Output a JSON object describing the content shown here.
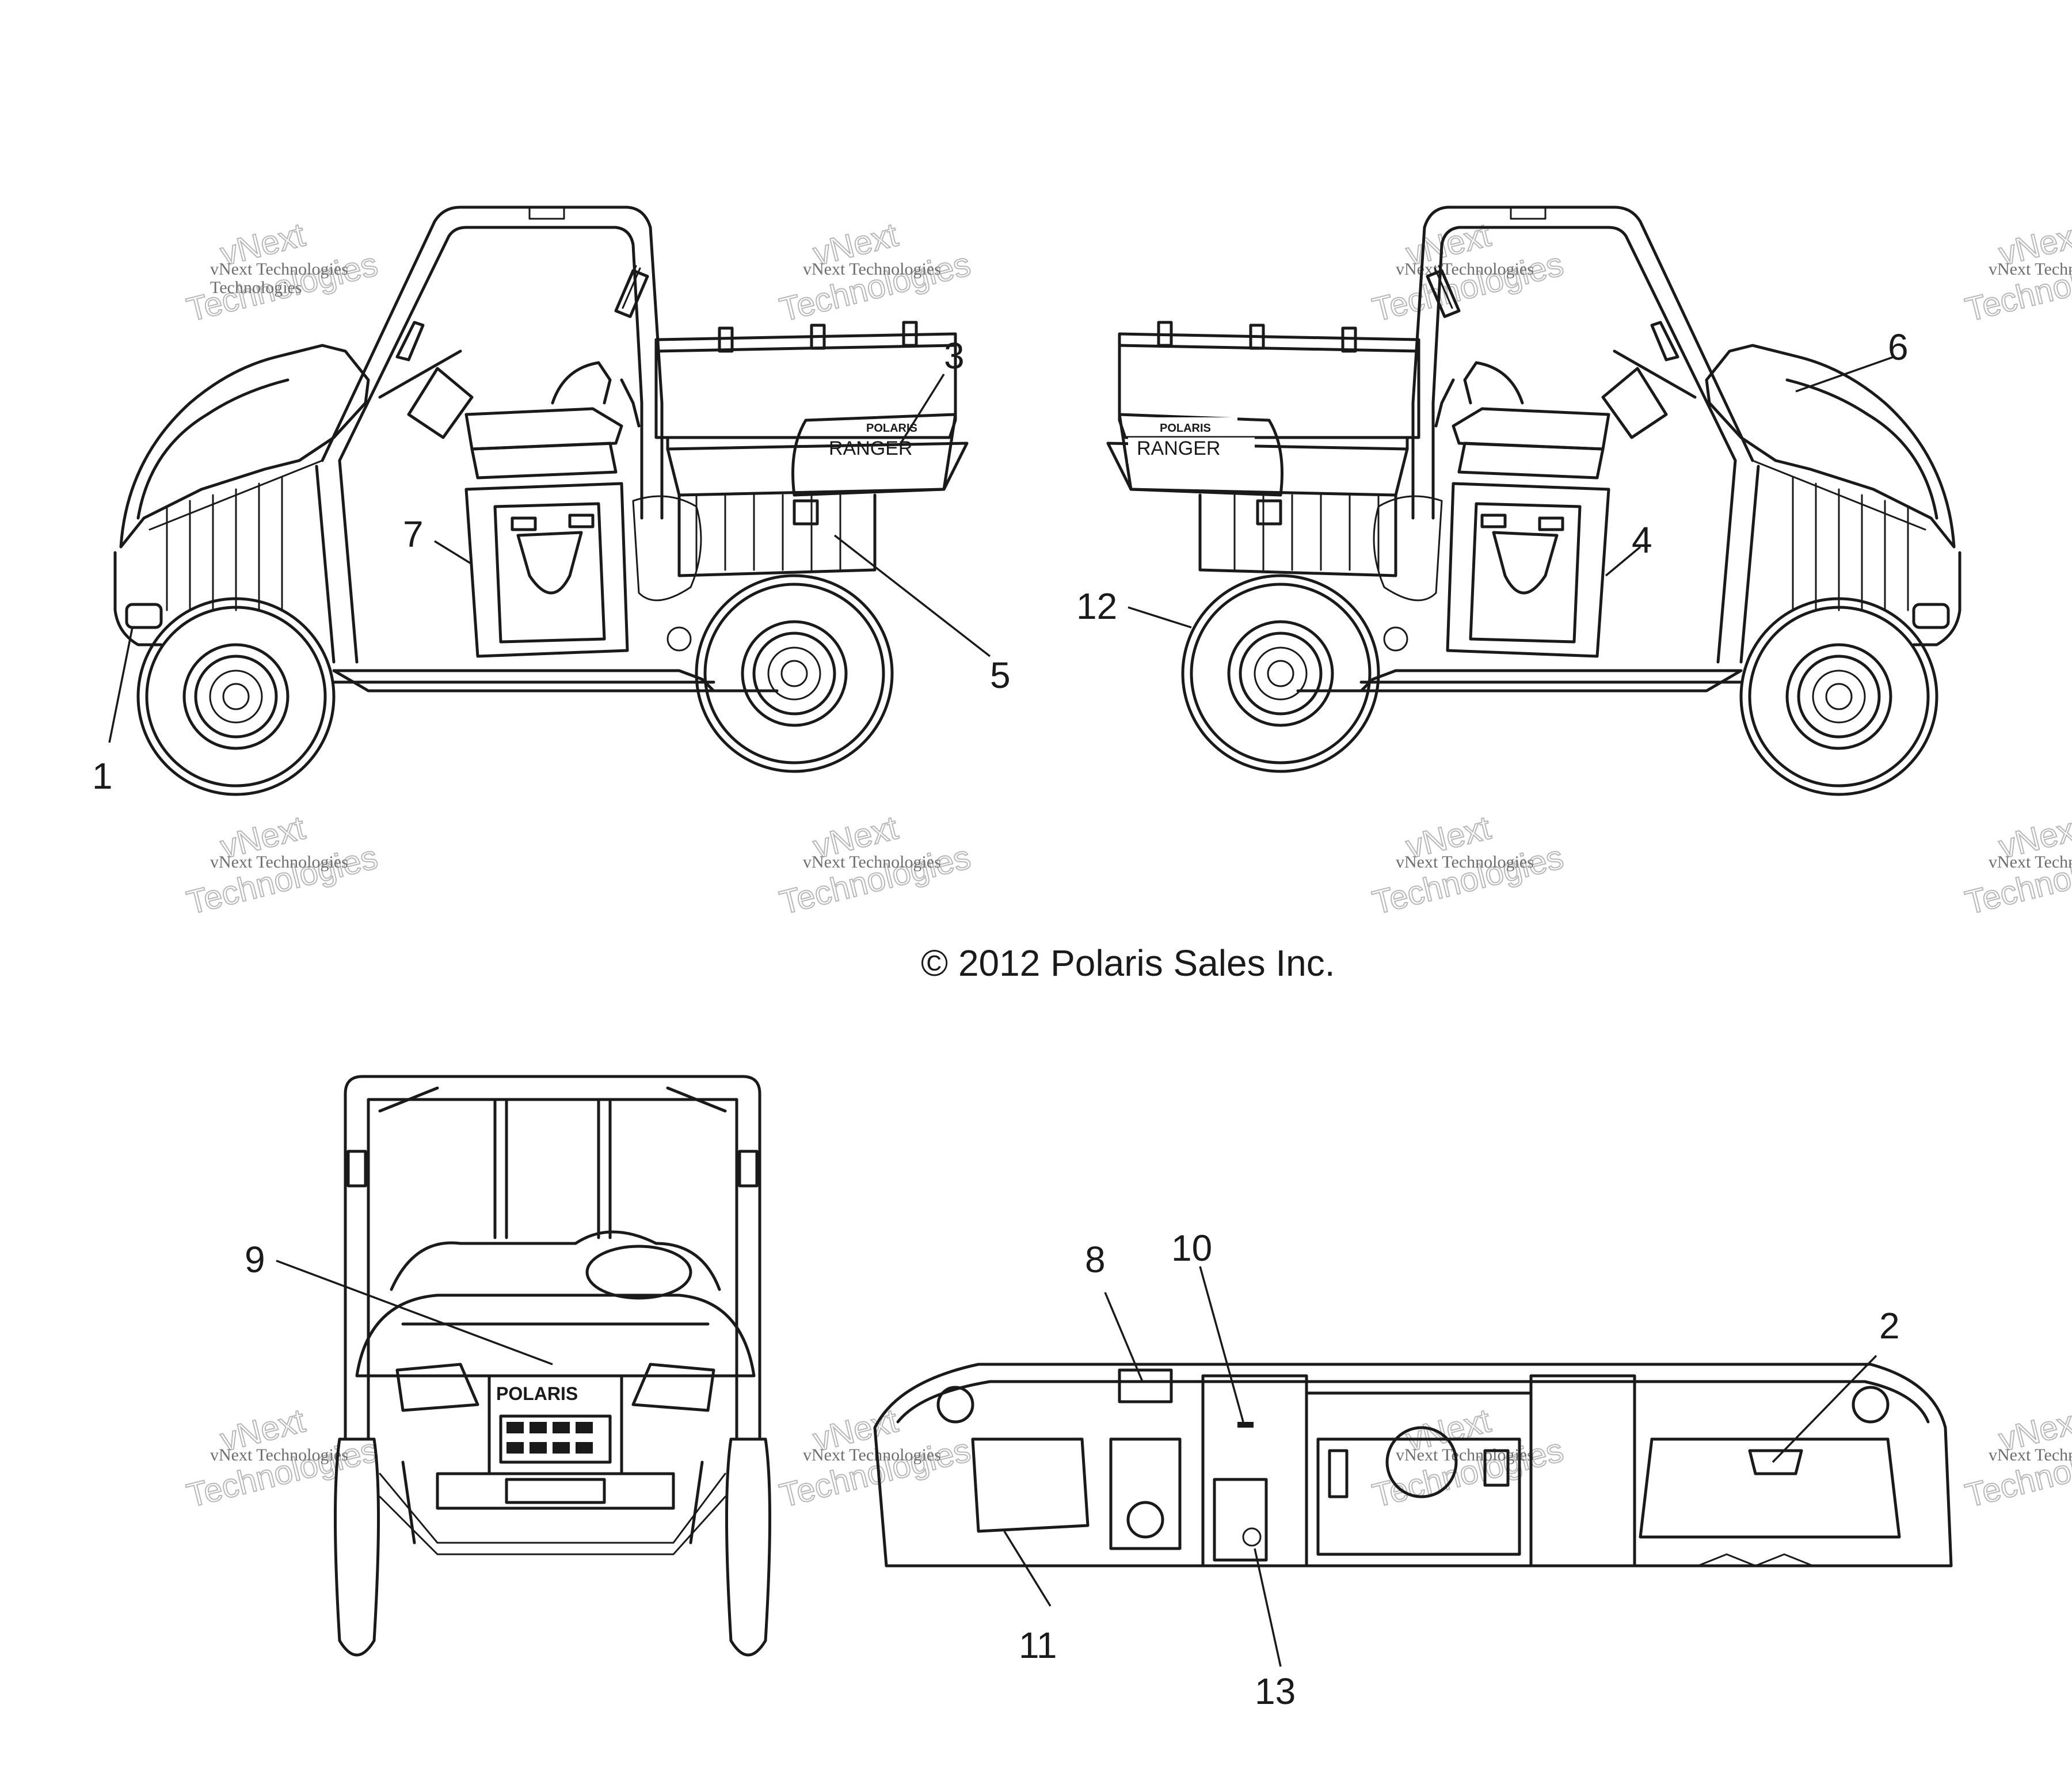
{
  "copyright": "© 2012 Polaris Sales Inc.",
  "watermark": {
    "line1": "vNext Technologies",
    "line2": "vNext",
    "line3": "Technologies"
  },
  "decals": {
    "brand": "POLARIS",
    "model": "RANGER"
  },
  "callouts": [
    "1",
    "2",
    "3",
    "4",
    "5",
    "6",
    "7",
    "8",
    "9",
    "10",
    "11",
    "12",
    "13"
  ],
  "colors": {
    "ink": "#1a1a1a",
    "paper": "#ffffff",
    "watermark": "#b8b8b8"
  }
}
